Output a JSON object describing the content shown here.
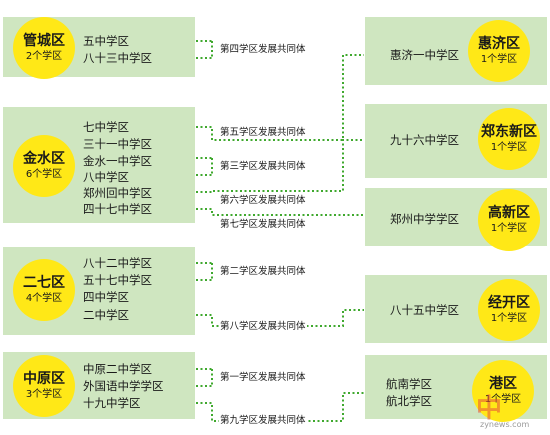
{
  "districts_left": [
    {
      "name": "管城区",
      "count": "2个学区",
      "schools": [
        "五中学区",
        "八十三中学区"
      ]
    },
    {
      "name": "金水区",
      "count": "6个学区",
      "schools": [
        "七中学区",
        "三十一中学区",
        "金水一中学区",
        "八中学区",
        "郑州回中学区",
        "四十七中学区"
      ]
    },
    {
      "name": "二七区",
      "count": "4个学区",
      "schools": [
        "八十二中学区",
        "五十七中学区",
        "四中学区",
        "二中学区"
      ]
    },
    {
      "name": "中原区",
      "count": "3个学区",
      "schools": [
        "中原二中学区",
        "外国语中学学区",
        "十九中学区"
      ]
    }
  ],
  "districts_right": [
    {
      "name": "惠济区",
      "count": "1个学区",
      "schools": [
        "惠济一中学区"
      ]
    },
    {
      "name": "郑东新区",
      "count": "1个学区",
      "schools": [
        "九十六中学区"
      ]
    },
    {
      "name": "高新区",
      "count": "1个学区",
      "schools": [
        "郑州中学学区"
      ]
    },
    {
      "name": "经开区",
      "count": "1个学区",
      "schools": [
        "八十五中学区"
      ]
    },
    {
      "name": "港区",
      "count": "1个学区",
      "schools": [
        "航南学区",
        "航北学区"
      ]
    }
  ],
  "communities": [
    "第四学区发展共同体",
    "第五学区发展共同体",
    "第三学区发展共同体",
    "第六学区发展共同体",
    "第七学区发展共同体",
    "第二学区发展共同体",
    "第八学区发展共同体",
    "第一学区发展共同体",
    "第九学区发展共同体"
  ],
  "colors": {
    "panel": "#cfe6c0",
    "circle": "#ffe817",
    "dots": "#3fa82e"
  },
  "watermark": {
    "logo": "中",
    "site": "zynews.com"
  }
}
